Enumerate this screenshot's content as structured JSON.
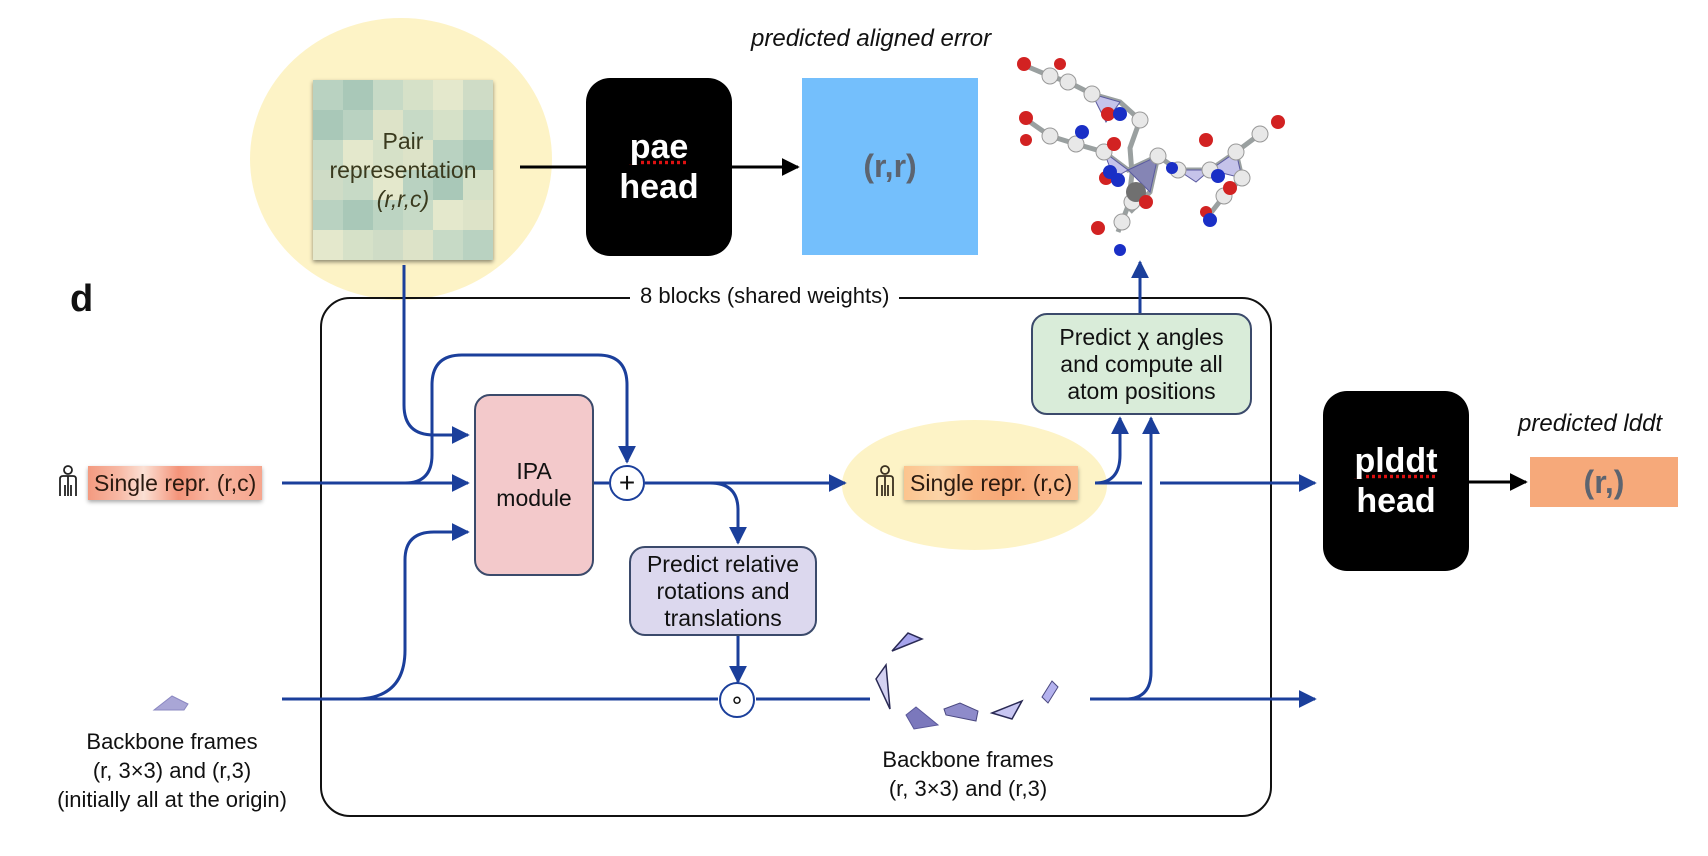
{
  "figure": {
    "panel_label": "d",
    "colors": {
      "wire_blue": "#1b3f9b",
      "glow_yellow": "#fdf3c6",
      "ipa_fill": "#f3c9cb",
      "predict_rot_fill": "#dcd8ee",
      "predict_chi_fill": "#d9ecd9",
      "pae_output_fill": "#74bffc",
      "plddt_output_fill": "#f6a97a",
      "head_fill": "#000000"
    }
  },
  "pair_representation": {
    "line1": "Pair",
    "line2": "representation",
    "line3": "(r,r,c)"
  },
  "pae_head": {
    "line1": "pae",
    "line2": "head",
    "output_label": "(r,r)",
    "caption": "predicted aligned error"
  },
  "plddt_head": {
    "line1": "plddt",
    "line2": "head",
    "output_label": "(r,)",
    "caption": "predicted lddt"
  },
  "structure_module": {
    "block_title": "8 blocks (shared weights)",
    "input_single": {
      "icon": "person-icon",
      "text": "Single repr. (r,c)"
    },
    "output_single": {
      "icon": "person-icon",
      "text": "Single repr. (r,c)"
    },
    "ipa_module": {
      "line1": "IPA",
      "line2": "module"
    },
    "add_operator": "+",
    "compose_operator": "∘",
    "predict_rotations": {
      "line1": "Predict relative",
      "line2": "rotations and",
      "line3": "translations"
    },
    "predict_chi": {
      "line1": "Predict χ angles",
      "line2": "and compute all",
      "line3": "atom positions"
    },
    "input_backbone": {
      "line1": "Backbone frames",
      "line2": "(r, 3×3) and (r,3)",
      "line3": "(initially all at the origin)"
    },
    "output_backbone": {
      "line1": "Backbone frames",
      "line2": "(r, 3×3) and (r,3)"
    }
  },
  "structure_render": {
    "icon": "protein-structure-icon"
  }
}
